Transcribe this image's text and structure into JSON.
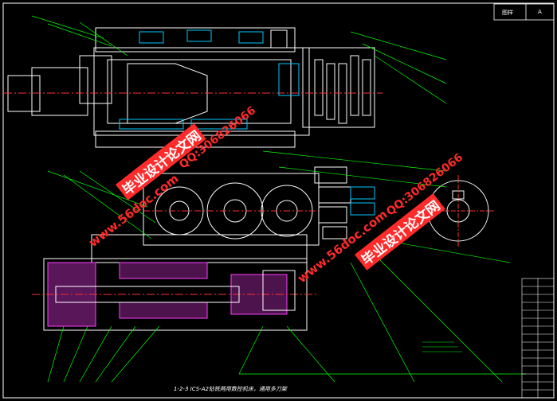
{
  "drawing": {
    "title_block_left": "图样",
    "title_block_right": "A",
    "caption": "1-2-3 ICS-A2钻铣两用数控机床，通用多刀架"
  },
  "watermarks": [
    {
      "text": "毕业设计论文网",
      "style": "title"
    },
    {
      "text": "www.56doc.com",
      "style": "site"
    },
    {
      "text": "QQ:306826066",
      "style": "qq"
    },
    {
      "text": "毕业设计论文网",
      "style": "title"
    },
    {
      "text": "www.56doc.com",
      "style": "site"
    },
    {
      "text": "QQ:306826066",
      "style": "qq"
    }
  ],
  "colors": {
    "background": "#000000",
    "outline": "#ffffff",
    "leader": "#00ff00",
    "centerline": "#ff3030",
    "section": "#00c8ff",
    "hatch": "#ff40ff",
    "watermark": "#ff2a2a"
  }
}
